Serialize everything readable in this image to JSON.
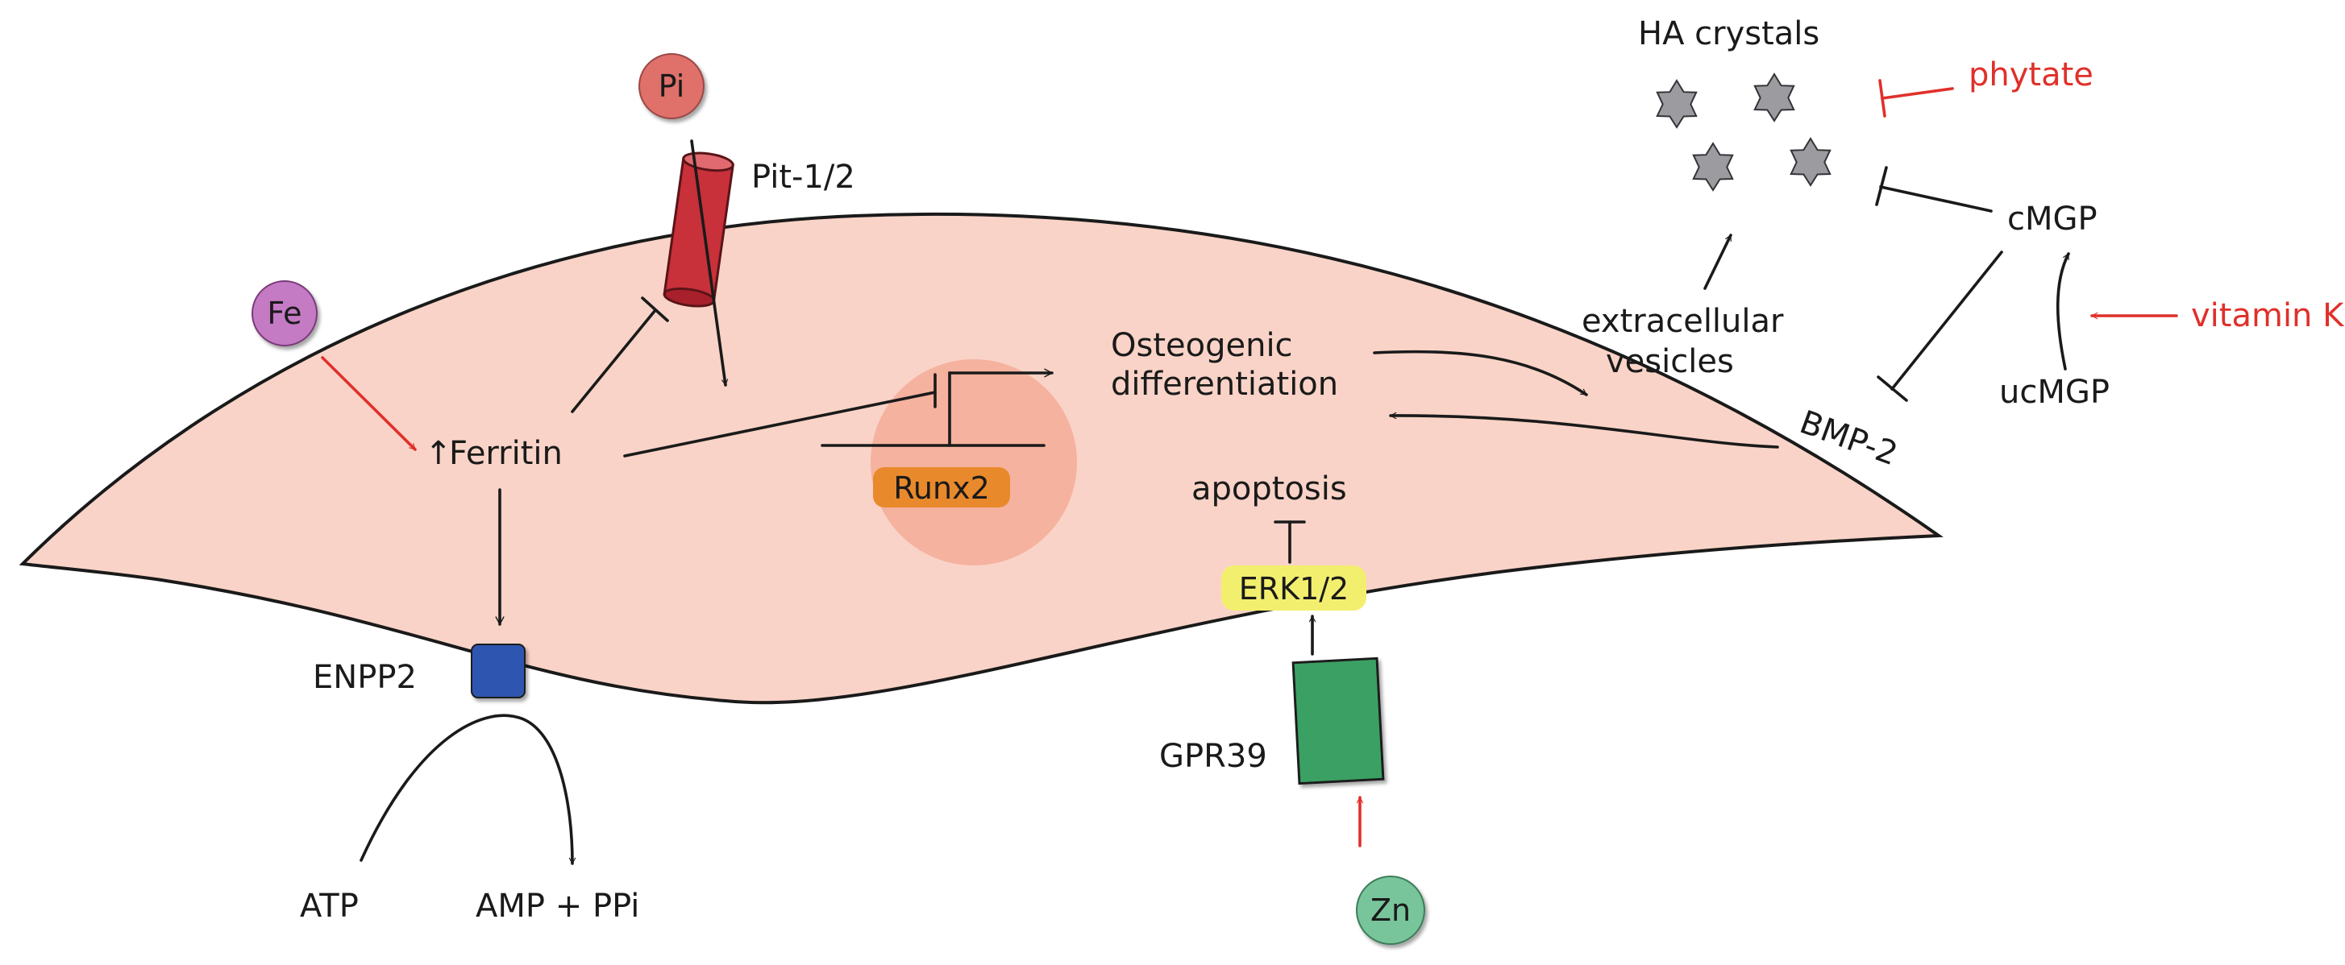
{
  "nodes": {
    "pi": "Pi",
    "fe": "Fe",
    "zn": "Zn"
  },
  "labels": {
    "pit": "Pit-1/2",
    "ferritin": "Ferritin",
    "ferritin_arrow": "↑",
    "runx2": "Runx2",
    "osteogenic_1": "Osteogenic",
    "osteogenic_2": "differentiation",
    "ev_1": "extracellular",
    "ev_2": "vesicles",
    "ha": "HA crystals",
    "phytate": "phytate",
    "cmgp": "cMGP",
    "ucmgp": "ucMGP",
    "vitk": "vitamin K",
    "bmp2": "BMP-2",
    "apoptosis": "apoptosis",
    "erk": "ERK1/2",
    "gpr39": "GPR39",
    "enpp2": "ENPP2",
    "atp": "ATP",
    "amp": "AMP + PPi"
  },
  "colors": {
    "cell_fill": "#f9d3c7",
    "nucleus": "#f5b29f",
    "runx2_box": "#e8892c",
    "pi_node": "#df6f6b",
    "fe_node": "#c57ac4",
    "zn_node": "#79c59b",
    "pit_channel": "#c8303a",
    "gpr39_receptor": "#3aa063",
    "enpp2_box": "#2f56b0",
    "erk_highlight": "#f3ef6e",
    "inhibitor_red": "#e0302a",
    "crystal": "#9c9ca0"
  }
}
